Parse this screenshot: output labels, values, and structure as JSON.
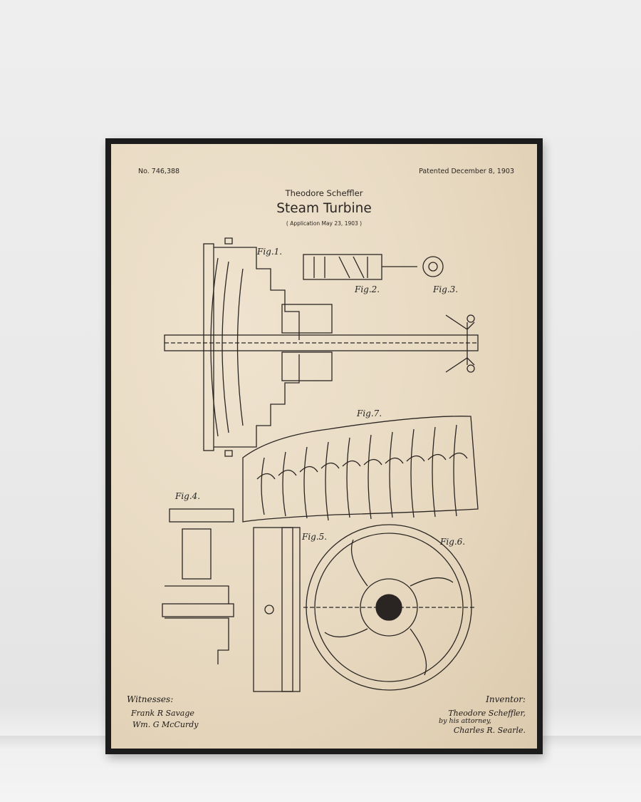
{
  "poster": {
    "patent_number": "No. 746,388",
    "patent_date": "Patented December 8, 1903",
    "inventor": "Theodore Scheffler",
    "title": "Steam Turbine",
    "application": "( Application May 23, 1903 )",
    "figures": [
      "Fig.1.",
      "Fig.2.",
      "Fig.3.",
      "Fig.4.",
      "Fig.5.",
      "Fig.6.",
      "Fig.7."
    ],
    "witnesses_label": "Witnesses:",
    "witnesses": [
      "Frank R Savage",
      "Wm. G McCurdy"
    ],
    "inventor_label": "Inventor:",
    "inventor_signature": "Theodore Scheffler,",
    "attorney_line": "by his attorney,",
    "attorney": "Charles R. Searle."
  }
}
